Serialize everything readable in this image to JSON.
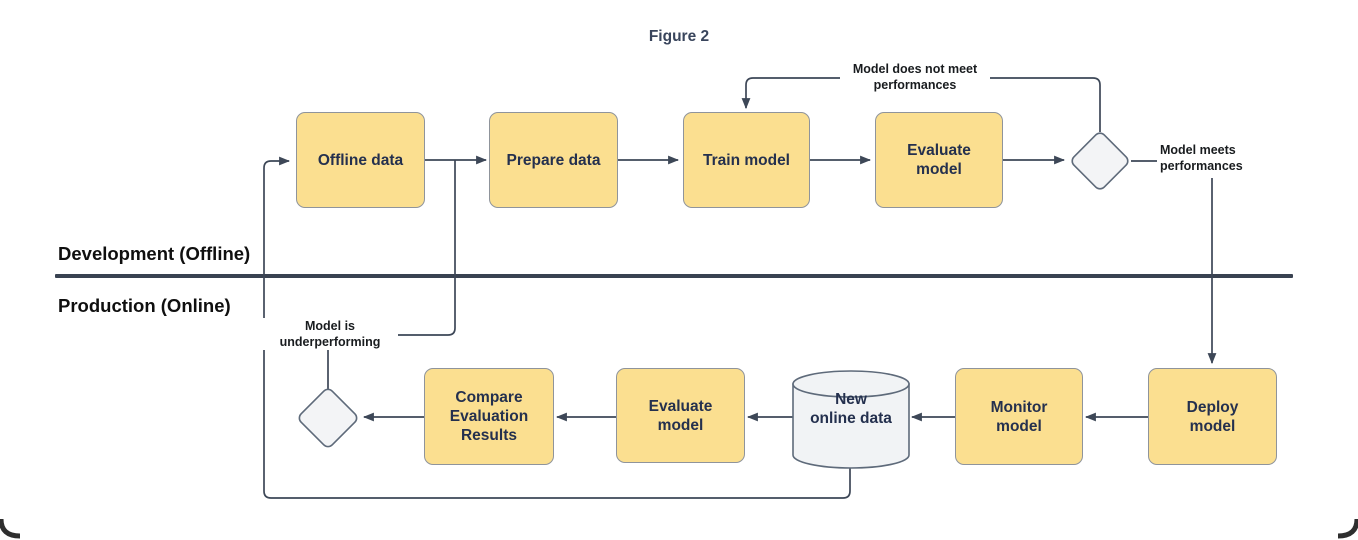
{
  "figure_title": "Figure 2",
  "lanes": {
    "development": "Development (Offline)",
    "production": "Production (Online)"
  },
  "nodes": {
    "offline_data": "Offline data",
    "prepare_data": "Prepare data",
    "train_model": "Train model",
    "evaluate_model_dev": "Evaluate\nmodel",
    "deploy_model": "Deploy\nmodel",
    "monitor_model": "Monitor\nmodel",
    "new_online_data": "New\nonline data",
    "evaluate_model_prod": "Evaluate\nmodel",
    "compare_results": "Compare\nEvaluation\nResults"
  },
  "edge_labels": {
    "not_meet": "Model does not meet\nperformances",
    "meets": "Model meets\nperformances",
    "underperforming": "Model is\nunderperforming"
  },
  "colors": {
    "node_fill": "#FBDF90",
    "node_border": "#8F949B",
    "node_text": "#24304E",
    "connector": "#3D4757",
    "divider": "#394251",
    "decision_fill": "#F3F4F6",
    "decision_border": "#5E6A7A",
    "database_fill": "#F1F3F5",
    "background": "#FFFFFF"
  }
}
